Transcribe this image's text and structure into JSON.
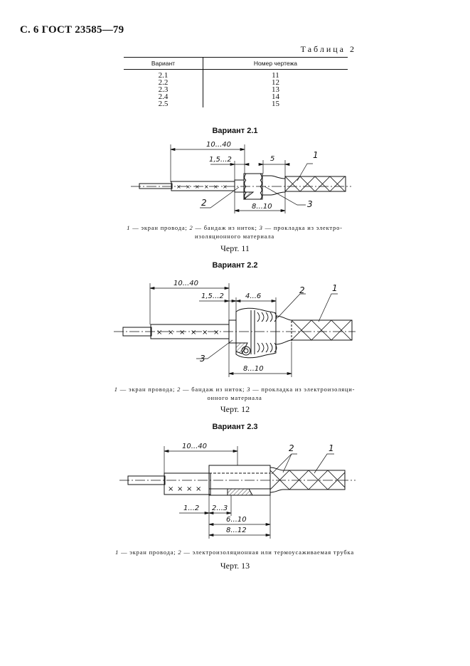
{
  "page_header": "С. 6 ГОСТ 23585—79",
  "table": {
    "label": "Таблица 2",
    "headers": [
      "Вариант",
      "Номер чертежа"
    ],
    "rows": [
      [
        "2.1",
        "11"
      ],
      [
        "2.2",
        "12"
      ],
      [
        "2.3",
        "13"
      ],
      [
        "2.4",
        "14"
      ],
      [
        "2.5",
        "15"
      ]
    ]
  },
  "figures": [
    {
      "title": "Вариант 2.1",
      "dims": [
        "10...40",
        "1,5...2",
        "5",
        "8...10"
      ],
      "callouts": [
        "1",
        "2",
        "3"
      ],
      "legend_line1": [
        {
          "n": "1",
          "t": " — экран провода; "
        },
        {
          "n": "2",
          "t": " — бандаж из ниток; "
        },
        {
          "n": "3",
          "t": " — прокладка из электро-"
        }
      ],
      "legend_line2": "изоляционного материала",
      "caption": "Черт. 11"
    },
    {
      "title": "Вариант 2.2",
      "dims": [
        "10...40",
        "1,5...2",
        "4...6",
        "8...10"
      ],
      "callouts": [
        "1",
        "2",
        "3"
      ],
      "legend_line1": [
        {
          "n": "1",
          "t": " — экран провода; "
        },
        {
          "n": "2",
          "t": " — бандаж из ниток; "
        },
        {
          "n": "3",
          "t": " — прокладка из электроизоляци-"
        }
      ],
      "legend_line2": "онного материала",
      "caption": "Черт. 12"
    },
    {
      "title": "Вариант 2.3",
      "dims": [
        "10...40",
        "1...2",
        "2...3",
        "6...10",
        "8...12"
      ],
      "callouts": [
        "1",
        "2"
      ],
      "legend_line1": [
        {
          "n": "1",
          "t": " — экран провода; "
        },
        {
          "n": "2",
          "t": " — электроизоляционная или термоусаживаемая трубка"
        }
      ],
      "legend_line2": "",
      "caption": "Черт. 13"
    }
  ]
}
